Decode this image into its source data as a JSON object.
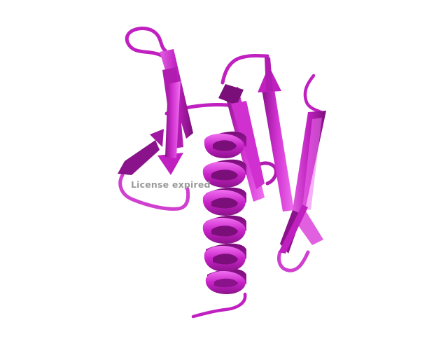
{
  "viewer": {
    "watermark_text": "License expired",
    "background_color": "#ffffff",
    "watermark_color": "#9a9a9a"
  },
  "molecule": {
    "representation": "cartoon",
    "color_main": "#c020c0",
    "color_light": "#e060e0",
    "color_dark": "#7a0f7a",
    "color_highlight": "#f080f0",
    "structures": [
      "alpha-helix",
      "beta-strand",
      "beta-strand",
      "beta-strand",
      "beta-strand",
      "loop"
    ]
  }
}
